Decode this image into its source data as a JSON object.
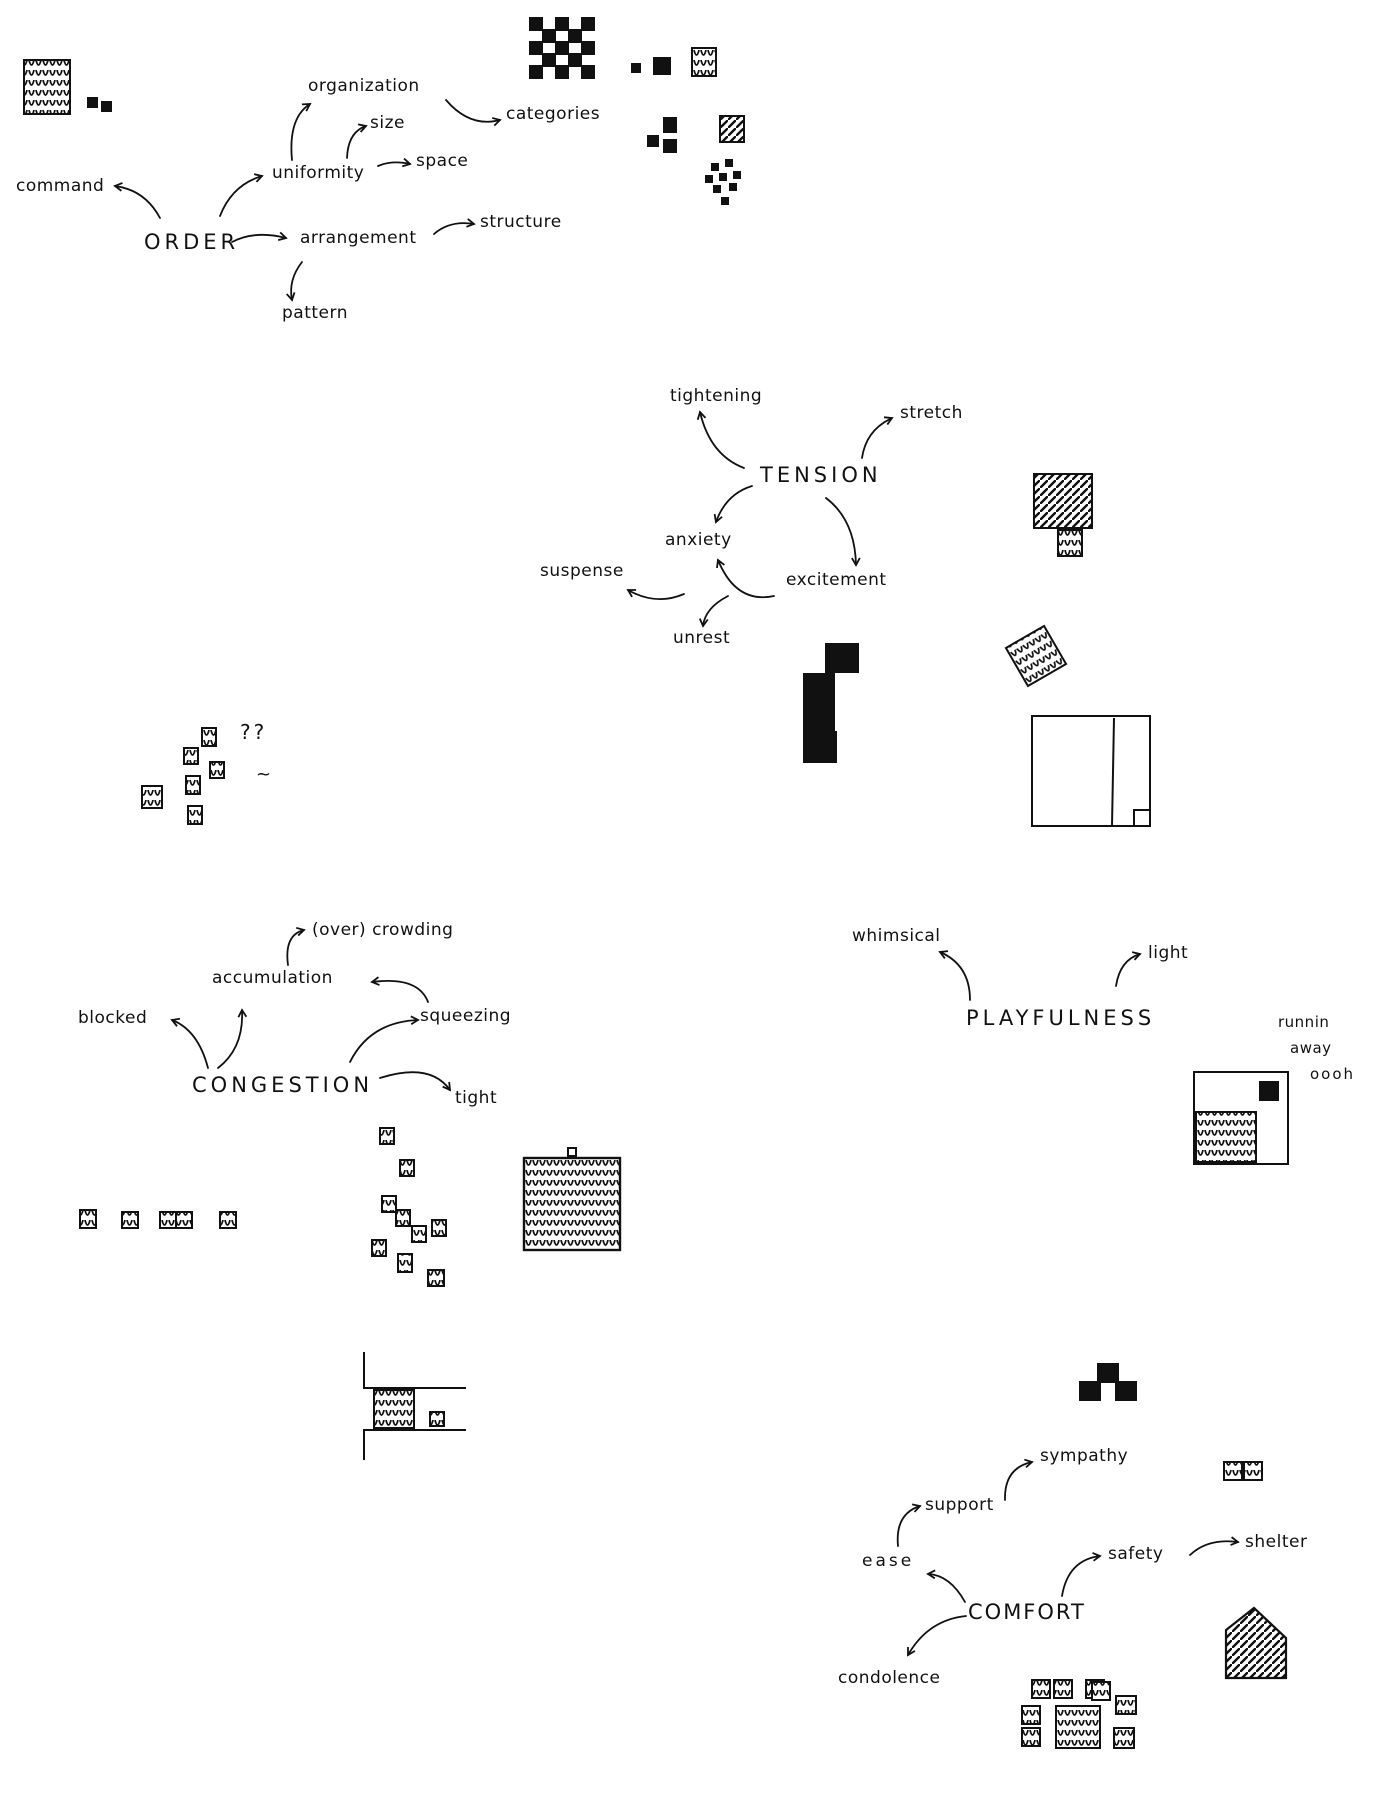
{
  "colors": {
    "ink": "#111111",
    "paper": "#ffffff"
  },
  "order": {
    "hub": "ORDER",
    "command": "command",
    "uniformity": "uniformity",
    "organization": "organization",
    "size": "size",
    "space": "space",
    "categories": "categories",
    "arrangement": "arrangement",
    "structure": "structure",
    "pattern": "pattern"
  },
  "tension": {
    "hub": "TENSION",
    "tightening": "tightening",
    "stretch": "stretch",
    "anxiety": "anxiety",
    "suspense": "suspense",
    "excitement": "excitement",
    "unrest": "unrest"
  },
  "marks": {
    "question": "??",
    "squiggle": "~"
  },
  "congestion": {
    "hub": "CONGESTION",
    "overcrowding": "(over) crowding",
    "accumulation": "accumulation",
    "blocked": "blocked",
    "squeezing": "squeezing",
    "tight": "tight"
  },
  "playfulness": {
    "hub": "PLAYFULNESS",
    "whimsical": "whimsical",
    "light": "light",
    "note_line1": "runnin",
    "note_line2": "away",
    "note_line3": "oooh"
  },
  "comfort": {
    "hub": "COMFORT",
    "sympathy": "sympathy",
    "support": "support",
    "ease": "ease",
    "safety": "safety",
    "shelter": "shelter",
    "condolence": "condolence"
  }
}
